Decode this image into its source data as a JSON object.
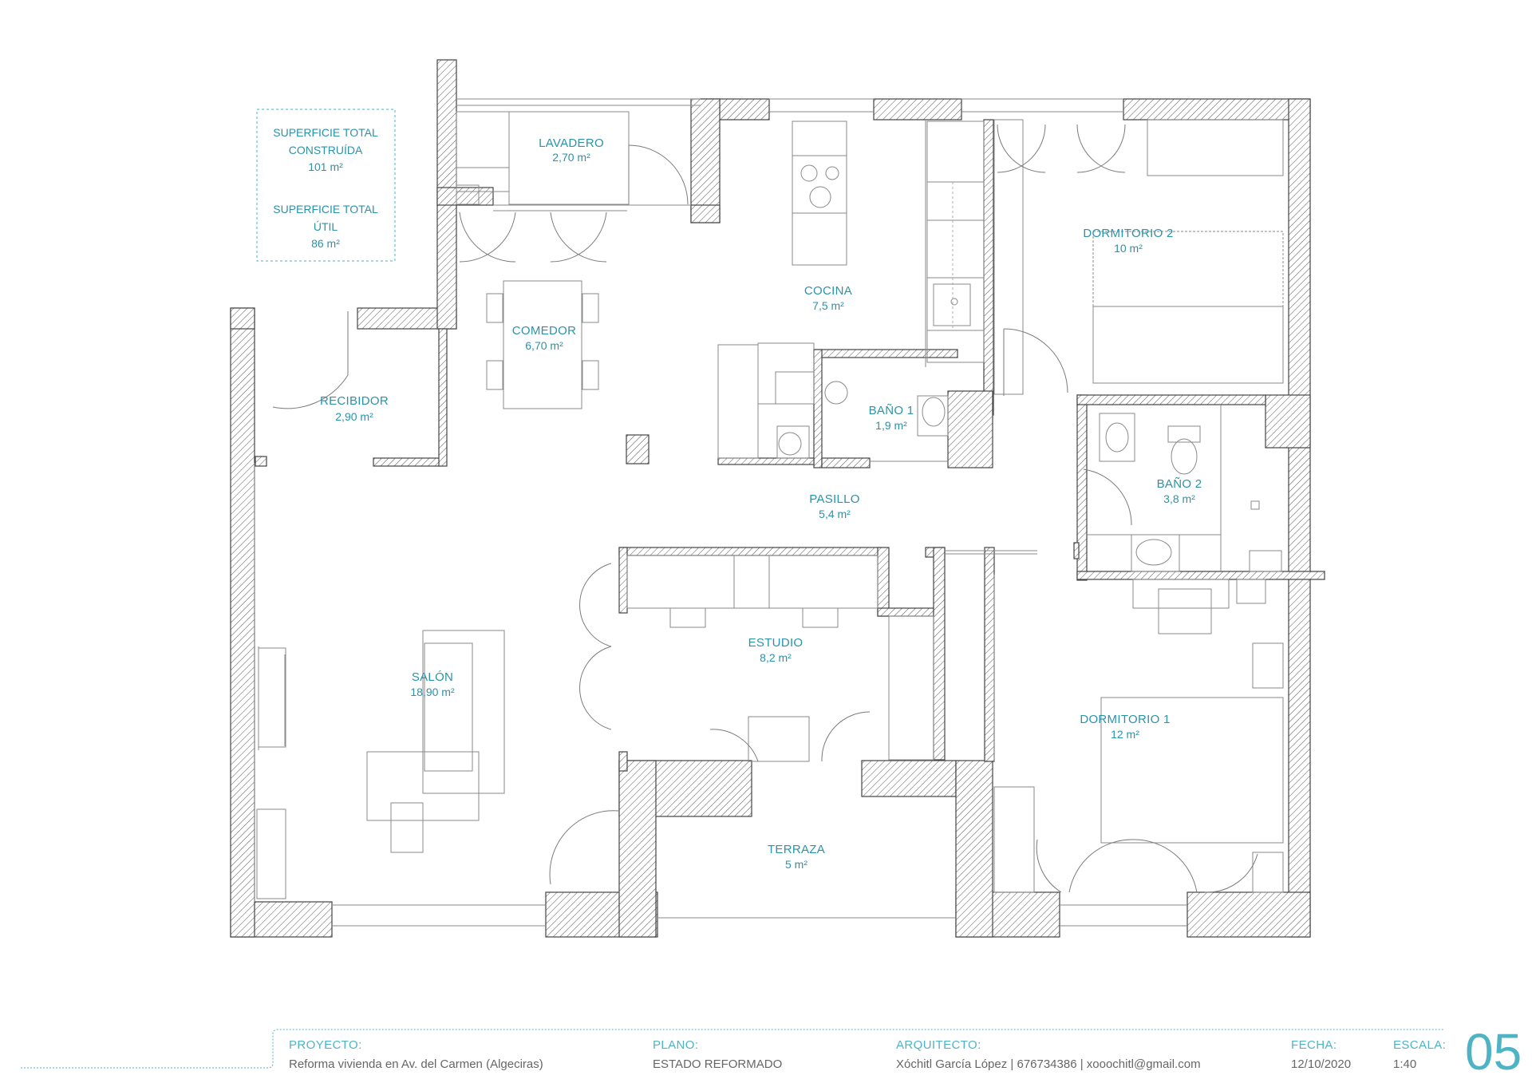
{
  "summary": {
    "built_label_line1": "SUPERFICIE TOTAL",
    "built_label_line2": "CONSTRUÍDA",
    "built_value": "101 m²",
    "usable_label_line1": "SUPERFICIE TOTAL",
    "usable_label_line2": "ÚTIL",
    "usable_value": "86 m²"
  },
  "rooms": {
    "lavadero": {
      "name": "LAVADERO",
      "area": "2,70 m²"
    },
    "cocina": {
      "name": "COCINA",
      "area": "7,5 m²"
    },
    "dormitorio2": {
      "name": "DORMITORIO 2",
      "area": "10 m²"
    },
    "comedor": {
      "name": "COMEDOR",
      "area": "6,70 m²"
    },
    "recibidor": {
      "name": "RECIBIDOR",
      "area": "2,90 m²"
    },
    "bano1": {
      "name": "BAÑO 1",
      "area": "1,9 m²"
    },
    "bano2": {
      "name": "BAÑO 2",
      "area": "3,8 m²"
    },
    "pasillo": {
      "name": "PASILLO",
      "area": "5,4 m²"
    },
    "estudio": {
      "name": "ESTUDIO",
      "area": "8,2 m²"
    },
    "salon": {
      "name": "SALÓN",
      "area": "18,90 m²"
    },
    "dormitorio1": {
      "name": "DORMITORIO 1",
      "area": "12 m²"
    },
    "terraza": {
      "name": "TERRAZA",
      "area": "5 m²"
    }
  },
  "title_block": {
    "project_label": "PROYECTO:",
    "project_value": "Reforma vivienda en Av. del Carmen (Algeciras)",
    "plan_label": "PLANO:",
    "plan_value": "ESTADO REFORMADO",
    "architect_label": "ARQUITECTO:",
    "architect_value": "Xóchitl García López  |  676734386  |  xooochitl@gmail.com",
    "date_label": "FECHA:",
    "date_value": "12/10/2020",
    "scale_label": "ESCALA:",
    "scale_value": "1:40",
    "sheet_number": "05"
  },
  "colors": {
    "accent": "#2a93a8",
    "title_label": "#4fb3c6",
    "wall_outline": "#444444",
    "line": "#8a8a8a"
  }
}
